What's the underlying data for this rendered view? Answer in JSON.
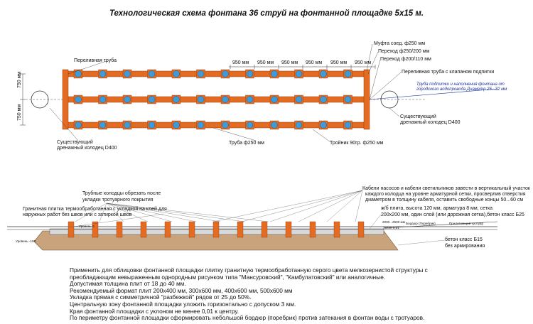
{
  "title": "Технологическая схема фонтана 36 струй на фонтанной площадке 5х15 м.",
  "plan": {
    "overflow_pipe": "Переливная труба",
    "dims_top": [
      "950 мм",
      "950 мм",
      "950 мм",
      "950 мм",
      "950 мм",
      "950 мм"
    ],
    "dim_left_1": "750 мм",
    "dim_left_2": "750 мм",
    "coupling": "Муфта соед. ф250 мм",
    "transition_1": "Переход ф250/200 мм",
    "transition_2": "Переход ф200/110 мм",
    "overflow_valve": "Переливная труба с клапаном подпитки",
    "feed_pipe_1": "Труба подпитки и наполнения фонтана от",
    "feed_pipe_2": "городского водопровода Диаметр 25...32 мм",
    "well_left_1": "Существующий",
    "well_left_2": "дренажный колодец D400",
    "well_right_1": "Существующий",
    "well_right_2": "дренажный колодец D400",
    "pipe": "Труба ф250 мм",
    "tee": "Тройник 90гр. ф250 мм"
  },
  "section": {
    "wells_1": "Трубные колодцы обрезать после",
    "wells_2": "укладки тротуарного покрытия",
    "tile_1": "Гранитная плитка термообработанная с укладкой на клей для",
    "tile_2": "наружных работ без швов или с затиркой швов",
    "cables_1": "Кабели насосов и кабели светильников завести в вертикальный участок",
    "cables_2": "каждого колодца на уровне арматурной сетки, просверлив отверстия",
    "cables_3": "диаметром в толщину кабеля, оставить свободные концы 50...60 см",
    "slab_1": "ж/б плита, высота 120 мм, арматура 8 мм, сетка",
    "slab_2": "200х200 мм, один слой (или дорожная сетка),бетон класс Б25",
    "slope": "2000...2500 мм",
    "angle": "Уклон 0,01",
    "border": "Бордюр (Поребрик)",
    "pavement": "Прилегающий тротуар",
    "level1": "Уровень 0",
    "level2": "Уровень -100",
    "concrete_1": "бетон класс Б15",
    "concrete_2": "без армирования"
  },
  "notes": [
    "Применить для облицовки фонтанной площадки плитку гранитную термообработанную серого цвета мелкозернистой структуры с",
    "преобладающим невыраженным однородным рисунком типа \"Мансуровский\", \"Камбулатовский\" или аналогичные.",
    "Допустимая толщина плит от 18 до 40 мм.",
    "Рекомендуемый формат плит 200х400 мм, 300х600 мм, 400х600 мм, 500х600 мм",
    "Укладка прямая с симметричной \"разбежкой\" рядов от 25 до 50%.",
    "Центральную зону фонтанной площадки уложить горизонтально с допуском 3 мм.",
    "Края фонтанной площадки с уклоном не менее 0,01 к центру.",
    "По периметру фонтанной площадки сформировать небольшой бордюр (поребрик) против затекания в фонтан воды с тротуаров."
  ],
  "colors": {
    "pipe": "#e46c22",
    "nozzle": "#3f9bd8",
    "pipe_dark": "#8a3a10",
    "ground": "#c9a37c",
    "label_blue": "#1b2f9c"
  }
}
